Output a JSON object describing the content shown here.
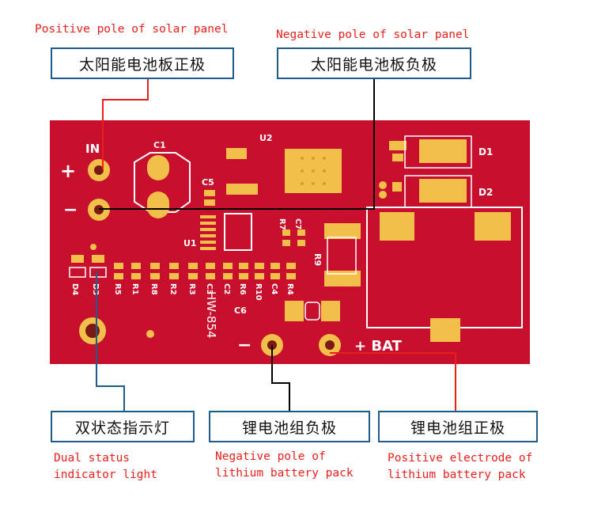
{
  "colors": {
    "board": "#c8102e",
    "pad_gold": "#f2c04a",
    "silkscreen": "#ffffff",
    "callout_box_border": "#1c5d8c",
    "callout_english_text": "#e8201c"
  },
  "callouts": {
    "solar_positive": {
      "en": "Positive pole of solar panel",
      "cn": "太阳能电池板正极"
    },
    "solar_negative": {
      "en": "Negative pole of solar panel",
      "cn": "太阳能电池板负极"
    },
    "indicator": {
      "en_lines": [
        "Dual status",
        "indicator light"
      ],
      "cn": "双状态指示灯"
    },
    "battery_negative": {
      "en_lines": [
        "Negative pole of",
        "lithium battery pack"
      ],
      "cn": "锂电池组负极"
    },
    "battery_positive": {
      "en_lines": [
        "Positive electrode of",
        "lithium battery pack"
      ],
      "cn": "锂电池组正极"
    }
  },
  "board_labels": {
    "input": "IN",
    "plus": "+",
    "minus": "−",
    "c1": "C1",
    "c5": "C5",
    "u1": "U1",
    "u2": "U2",
    "d1": "D1",
    "d2": "D2",
    "r9": "R9",
    "r7": "R7",
    "c7": "C7",
    "c6": "C6",
    "model": "HW-854",
    "bat_label": "+ BAT",
    "bat_minus": "−",
    "bottom_row": [
      "D4",
      "D3",
      "R5",
      "R1",
      "R8",
      "R2",
      "R3",
      "C3",
      "C2",
      "R6",
      "R10",
      "C4",
      "R4"
    ]
  }
}
